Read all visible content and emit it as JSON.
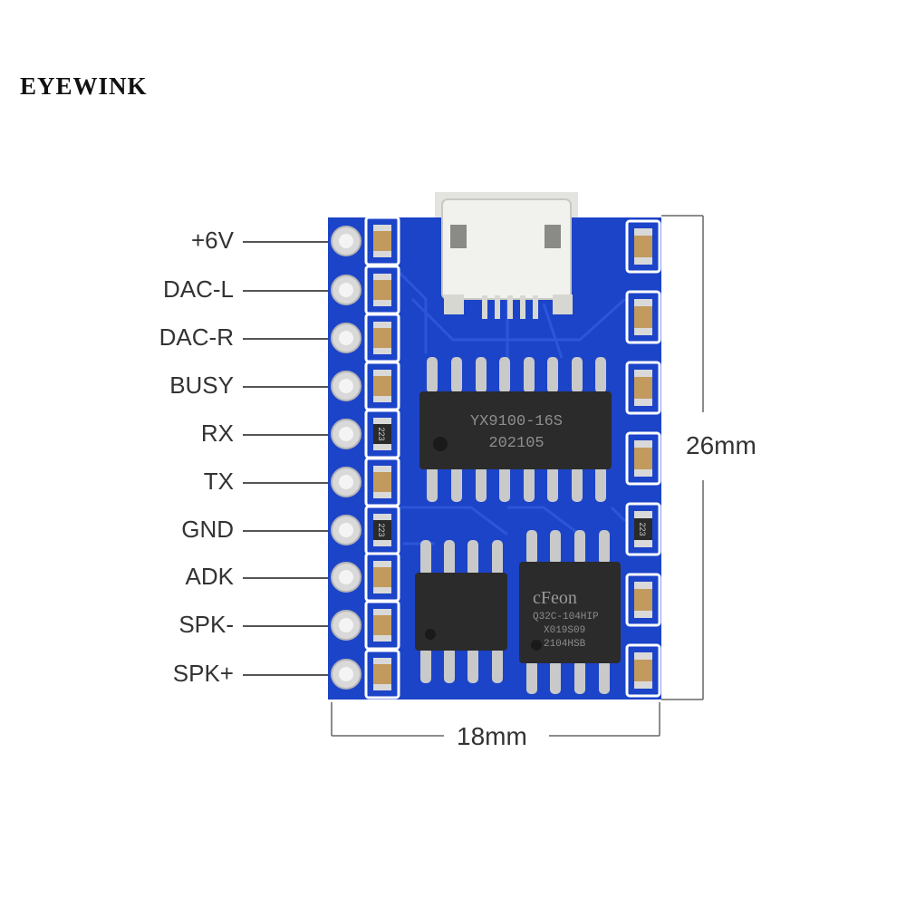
{
  "brand": "EYEWINK",
  "pins": [
    "+6V",
    "DAC-L",
    "DAC-R",
    "BUSY",
    "RX",
    "TX",
    "GND",
    "ADK",
    "SPK-",
    "SPK+"
  ],
  "dimensions": {
    "height": "26mm",
    "width": "18mm"
  },
  "chips": {
    "main": {
      "line1": "YX9100-16S",
      "line2": "202105"
    },
    "flash": {
      "line1": "cFeon",
      "line2": "Q32C-104HIP",
      "line3": "X019S09",
      "line4": "2104HSB"
    }
  },
  "resistor_code": "223",
  "colors": {
    "pcb": "#1c44c8",
    "chip": "#2b2b2b",
    "pin": "#c9c9c9",
    "connector": "#f1f1ee"
  }
}
